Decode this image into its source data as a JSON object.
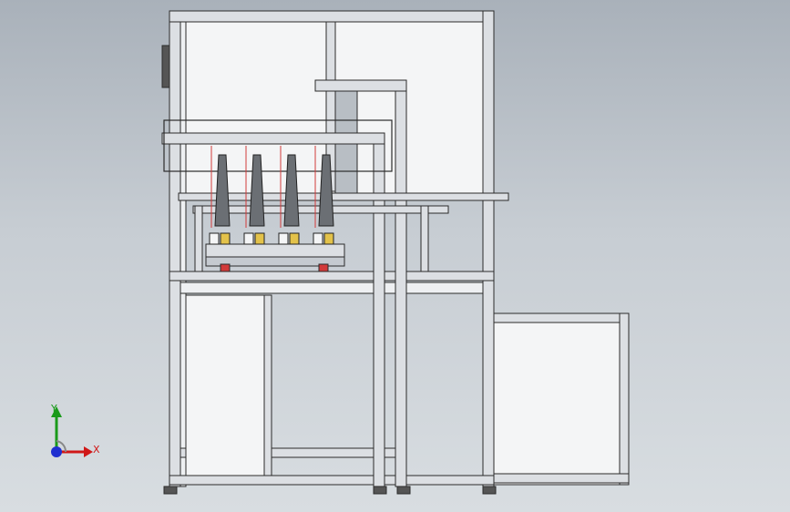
{
  "viewport": {
    "background_top": "#a9b1ba",
    "background_bottom": "#d8dde1"
  },
  "model": {
    "frame_color": "#dcdfe3",
    "frame_stroke": "#2b2b2b",
    "panel_color": "#f4f5f6",
    "accent_red": "#d23a3a",
    "accent_yellow": "#e3c24a",
    "tool_count": 4
  },
  "triad": {
    "x_label": "X",
    "y_label": "Y",
    "x_color": "#d01818",
    "y_color": "#1a9a1a",
    "z_color": "#1f2fd0"
  }
}
